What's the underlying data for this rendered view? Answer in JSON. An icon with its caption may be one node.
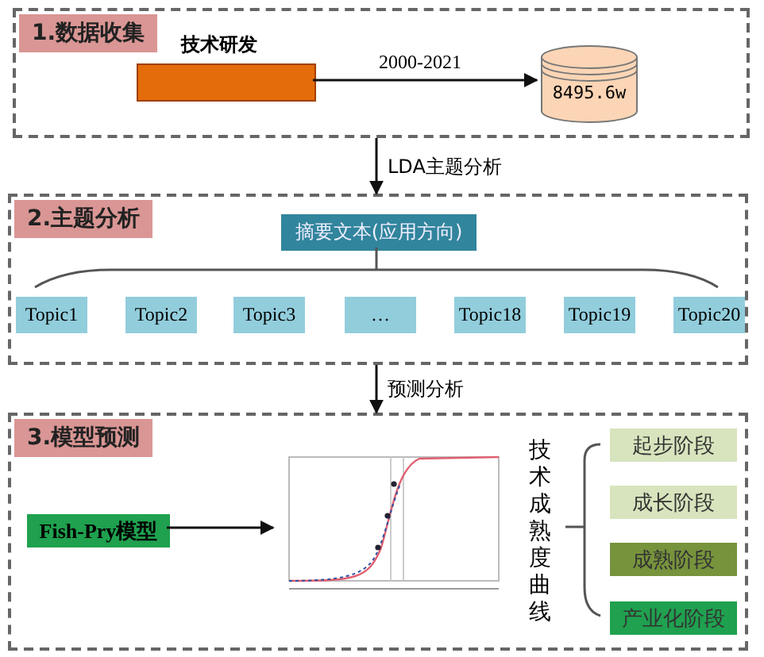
{
  "diagram": {
    "nodes": [
      {
        "text": [
          "1.数据收集"
        ]
      },
      {
        "text": [
          "技术研发"
        ],
        "in": 0
      },
      {
        "text": [
          "8495.6w"
        ],
        "in": 0
      },
      {
        "text": [
          "2.主题分析"
        ]
      },
      {
        "text": [
          "摘要文本(应用方向)"
        ],
        "in": 3
      },
      {
        "text": [
          "Topic1"
        ],
        "in": 3
      },
      {
        "text": [
          "Topic2"
        ],
        "in": 3
      },
      {
        "text": [
          "Topic3"
        ],
        "in": 3
      },
      {
        "text": [
          "…"
        ],
        "in": 3
      },
      {
        "text": [
          "Topic18"
        ],
        "in": 3
      },
      {
        "text": [
          "Topic19"
        ],
        "in": 3
      },
      {
        "text": [
          "Topic20"
        ],
        "in": 3
      },
      {
        "text": [
          "3.模型预测"
        ]
      },
      {
        "text": [
          "Fish-Pry模型"
        ],
        "in": 12
      },
      {
        "text": [],
        "shape": "picture",
        "in": 12
      },
      {
        "text": [
          "技术成熟度曲线"
        ],
        "in": 12
      },
      {
        "text": [
          "起步阶段"
        ],
        "in": 12
      },
      {
        "text": [
          "成长阶段"
        ],
        "in": 12
      },
      {
        "text": [
          "成熟阶段"
        ],
        "in": 12
      },
      {
        "text": [
          "产业化阶段"
        ],
        "in": 12
      }
    ],
    "edges": [
      {
        "from": 1,
        "to": 2,
        "arrow": "to",
        "label": "2000-2021"
      },
      {
        "from": 0,
        "to": 3,
        "arrow": "to",
        "label": "LDA主题分析"
      },
      {
        "from": 3,
        "to": 12,
        "arrow": "to",
        "label": "预测分析"
      },
      {
        "from": 13,
        "to": 14,
        "arrow": "to"
      }
    ]
  }
}
